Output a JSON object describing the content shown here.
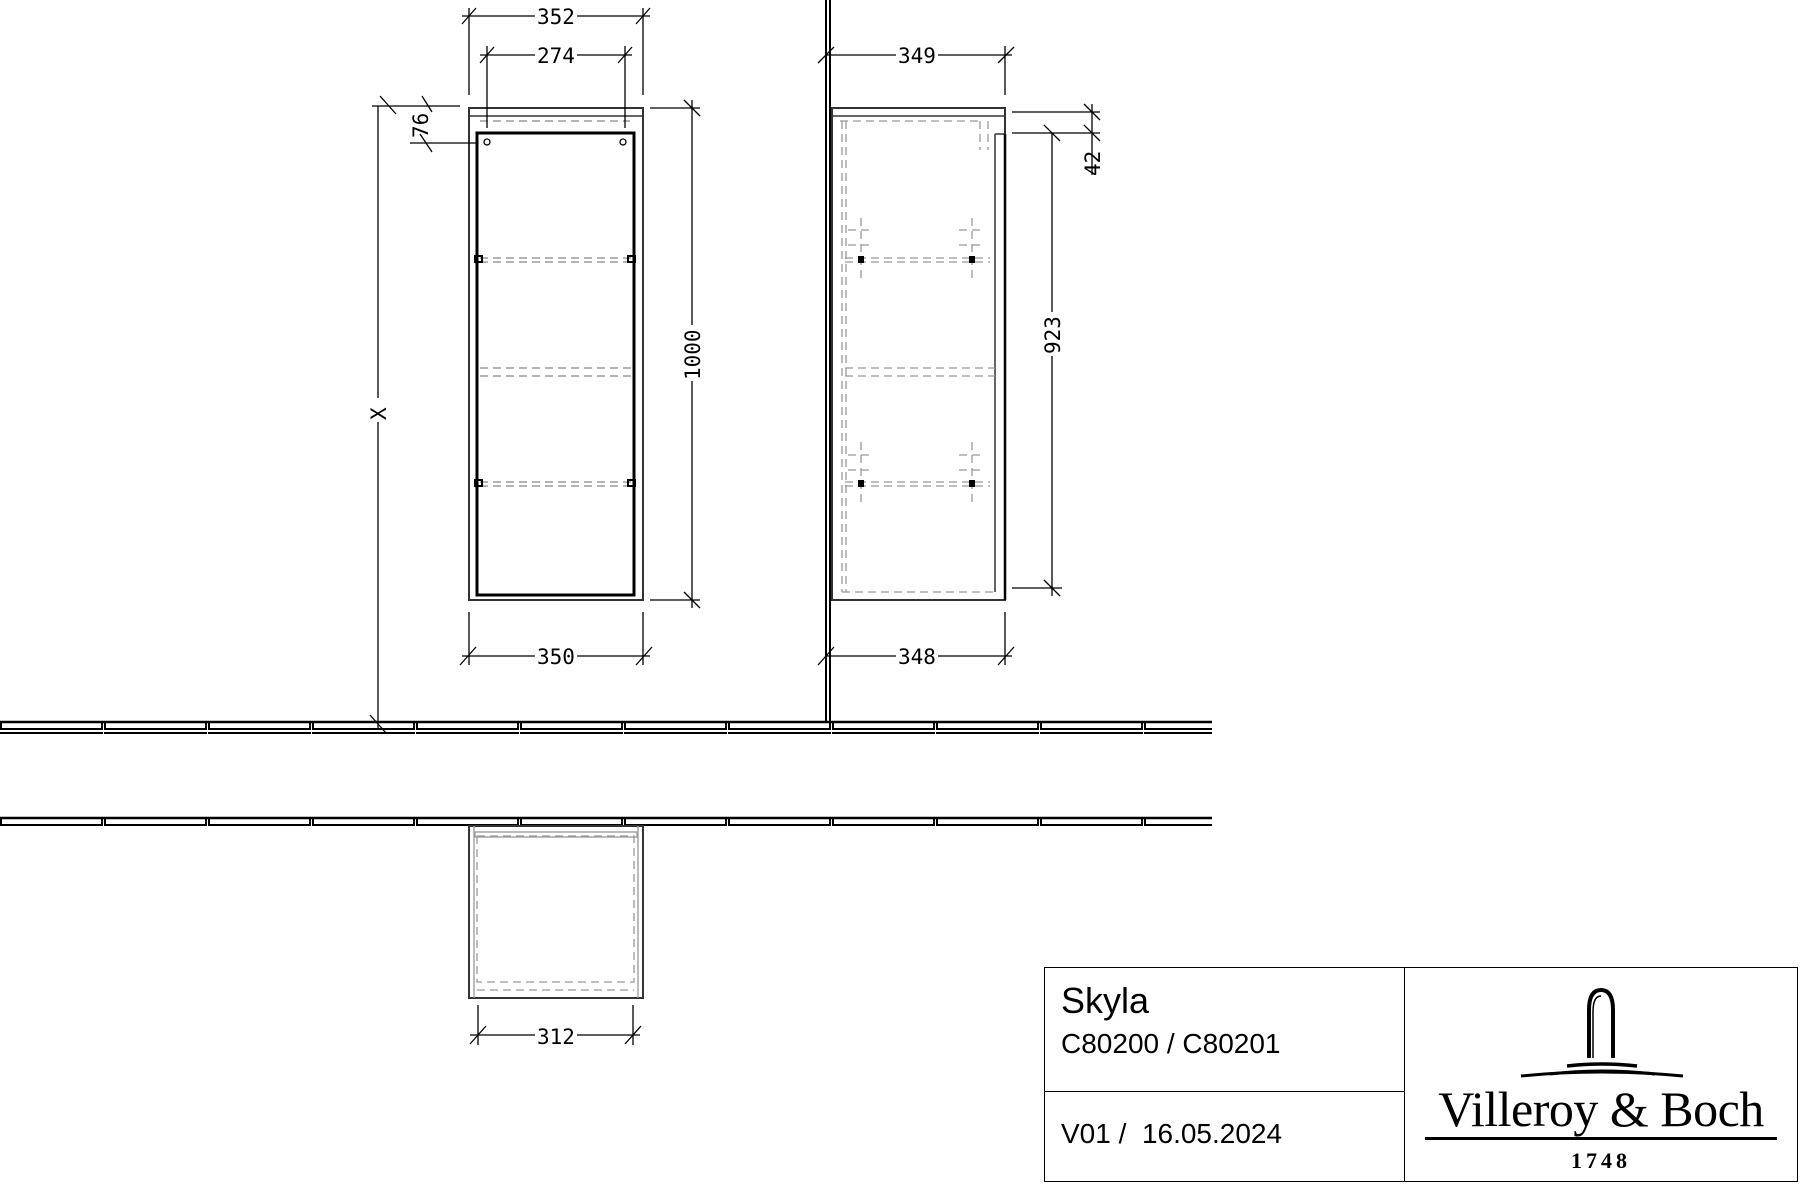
{
  "drawing": {
    "front_view": {
      "dimensions": {
        "overall_width_top": "352",
        "inner_width_top": "274",
        "top_offset": "76",
        "height": "1000",
        "mounting_height": "X",
        "overall_width_bottom": "350"
      }
    },
    "side_view": {
      "dimensions": {
        "depth_top": "349",
        "top_offset": "42",
        "door_height": "923",
        "depth_bottom": "348"
      }
    },
    "top_view": {
      "dimensions": {
        "inner_width": "312"
      }
    }
  },
  "title_block": {
    "product_name": "Skyla",
    "article_numbers": "C80200 / C80201",
    "version_date": "V01 /  16.05.2024",
    "brand": "Villeroy & Boch",
    "brand_year": "1748"
  }
}
